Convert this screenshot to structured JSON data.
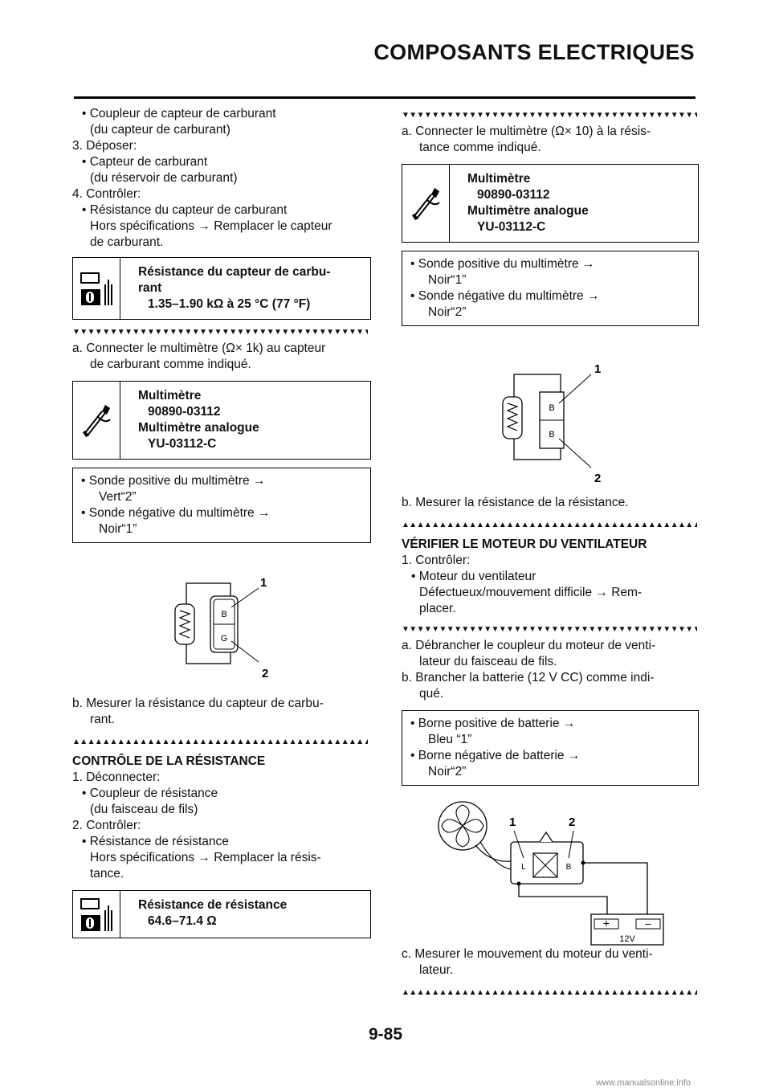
{
  "header": {
    "title": "COMPOSANTS ELECTRIQUES"
  },
  "footer": {
    "page_number": "9-85",
    "watermark": "www.manualsonline.info"
  },
  "left": {
    "intro": [
      {
        "text": "• Coupleur de capteur de carburant",
        "indent": 1
      },
      {
        "text": "(du capteur de carburant)",
        "indent": 2
      },
      {
        "text": "3.  Déposer:",
        "indent": 0
      },
      {
        "text": "• Capteur de carburant",
        "indent": 1
      },
      {
        "text": "(du réservoir de carburant)",
        "indent": 2
      },
      {
        "text": "4.  Contrôler:",
        "indent": 0
      },
      {
        "text": "• Résistance du capteur de carburant",
        "indent": 1
      },
      {
        "text": "Hors spécifications → Remplacer le capteur",
        "indent": 2
      },
      {
        "text": "de carburant.",
        "indent": 2
      }
    ],
    "spec1": {
      "line1": "Résistance du capteur de carbu-",
      "line2": "rant",
      "line3": "1.35–1.90 kΩ à 25 °C (77 °F)"
    },
    "arrows_down": "▼▼▼▼▼▼▼▼▼▼▼▼▼▼▼▼▼▼▼▼▼▼▼▼▼▼▼▼▼▼▼▼▼▼▼▼▼▼▼▼",
    "arrows_up": "▲▲▲▲▲▲▲▲▲▲▲▲▲▲▲▲▲▲▲▲▲▲▲▲▲▲▲▲▲▲▲▲▲▲▲▲▲▲▲▲",
    "step_a": [
      "a.  Connecter le multimètre (Ω× 1k) au capteur",
      "de carburant comme indiqué."
    ],
    "tool": {
      "l1": "Multimètre",
      "l2": "90890-03112",
      "l3": "Multimètre analogue",
      "l4": "YU-03112-C"
    },
    "probe_note": [
      "• Sonde positive du multimètre →",
      "Vert“2”",
      "• Sonde négative du multimètre →",
      "Noir“1”"
    ],
    "diagram": {
      "callout1": "1",
      "callout2": "2",
      "pin_top": "B",
      "pin_bottom": "G"
    },
    "step_b": [
      "b.  Mesurer la résistance du capteur de carbu-",
      "rant."
    ],
    "section_title": "CONTRÔLE DE LA RÉSISTANCE",
    "section_lines": [
      {
        "text": "1.  Déconnecter:",
        "indent": 0
      },
      {
        "text": "• Coupleur de résistance",
        "indent": 1
      },
      {
        "text": "(du faisceau de fils)",
        "indent": 2
      },
      {
        "text": "2.  Contrôler:",
        "indent": 0
      },
      {
        "text": "• Résistance de résistance",
        "indent": 1
      },
      {
        "text": "Hors spécifications → Remplacer la résis-",
        "indent": 2
      },
      {
        "text": "tance.",
        "indent": 2
      }
    ],
    "spec2": {
      "line1": "Résistance de résistance",
      "line2": "64.6–71.4 Ω"
    }
  },
  "right": {
    "step_a": [
      "a.  Connecter le multimètre (Ω× 10) à la résis-",
      "tance comme indiqué."
    ],
    "tool": {
      "l1": "Multimètre",
      "l2": "90890-03112",
      "l3": "Multimètre analogue",
      "l4": "YU-03112-C"
    },
    "probe_note": [
      "• Sonde positive du multimètre →",
      "Noir“1”",
      "• Sonde négative du multimètre →",
      "Noir“2”"
    ],
    "diagram": {
      "callout1": "1",
      "callout2": "2",
      "pin_top": "B",
      "pin_bottom": "B"
    },
    "step_b": "b.  Mesurer la résistance de la résistance.",
    "section_title": "VÉRIFIER LE MOTEUR DU VENTILATEUR",
    "section_lines": [
      {
        "text": "1.  Contrôler:",
        "indent": 0
      },
      {
        "text": "• Moteur du ventilateur",
        "indent": 1
      },
      {
        "text": "Défectueux/mouvement difficile → Rem-",
        "indent": 2
      },
      {
        "text": "placer.",
        "indent": 2
      }
    ],
    "steps_ab": [
      "a.  Débrancher le coupleur du moteur de venti-",
      "lateur du faisceau de fils.",
      "b.  Brancher la batterie (12 V CC) comme indi-",
      "qué."
    ],
    "battery_note": [
      "• Borne positive de batterie →",
      "Bleu “1”",
      "• Borne négative de batterie →",
      "Noir“2”"
    ],
    "fan_diagram": {
      "callout1": "1",
      "callout2": "2",
      "pin_left": "L",
      "pin_right": "B",
      "plus": "+",
      "minus": "–",
      "voltage": "12V"
    },
    "step_c": [
      "c.  Mesurer le mouvement du moteur du venti-",
      "lateur."
    ]
  }
}
